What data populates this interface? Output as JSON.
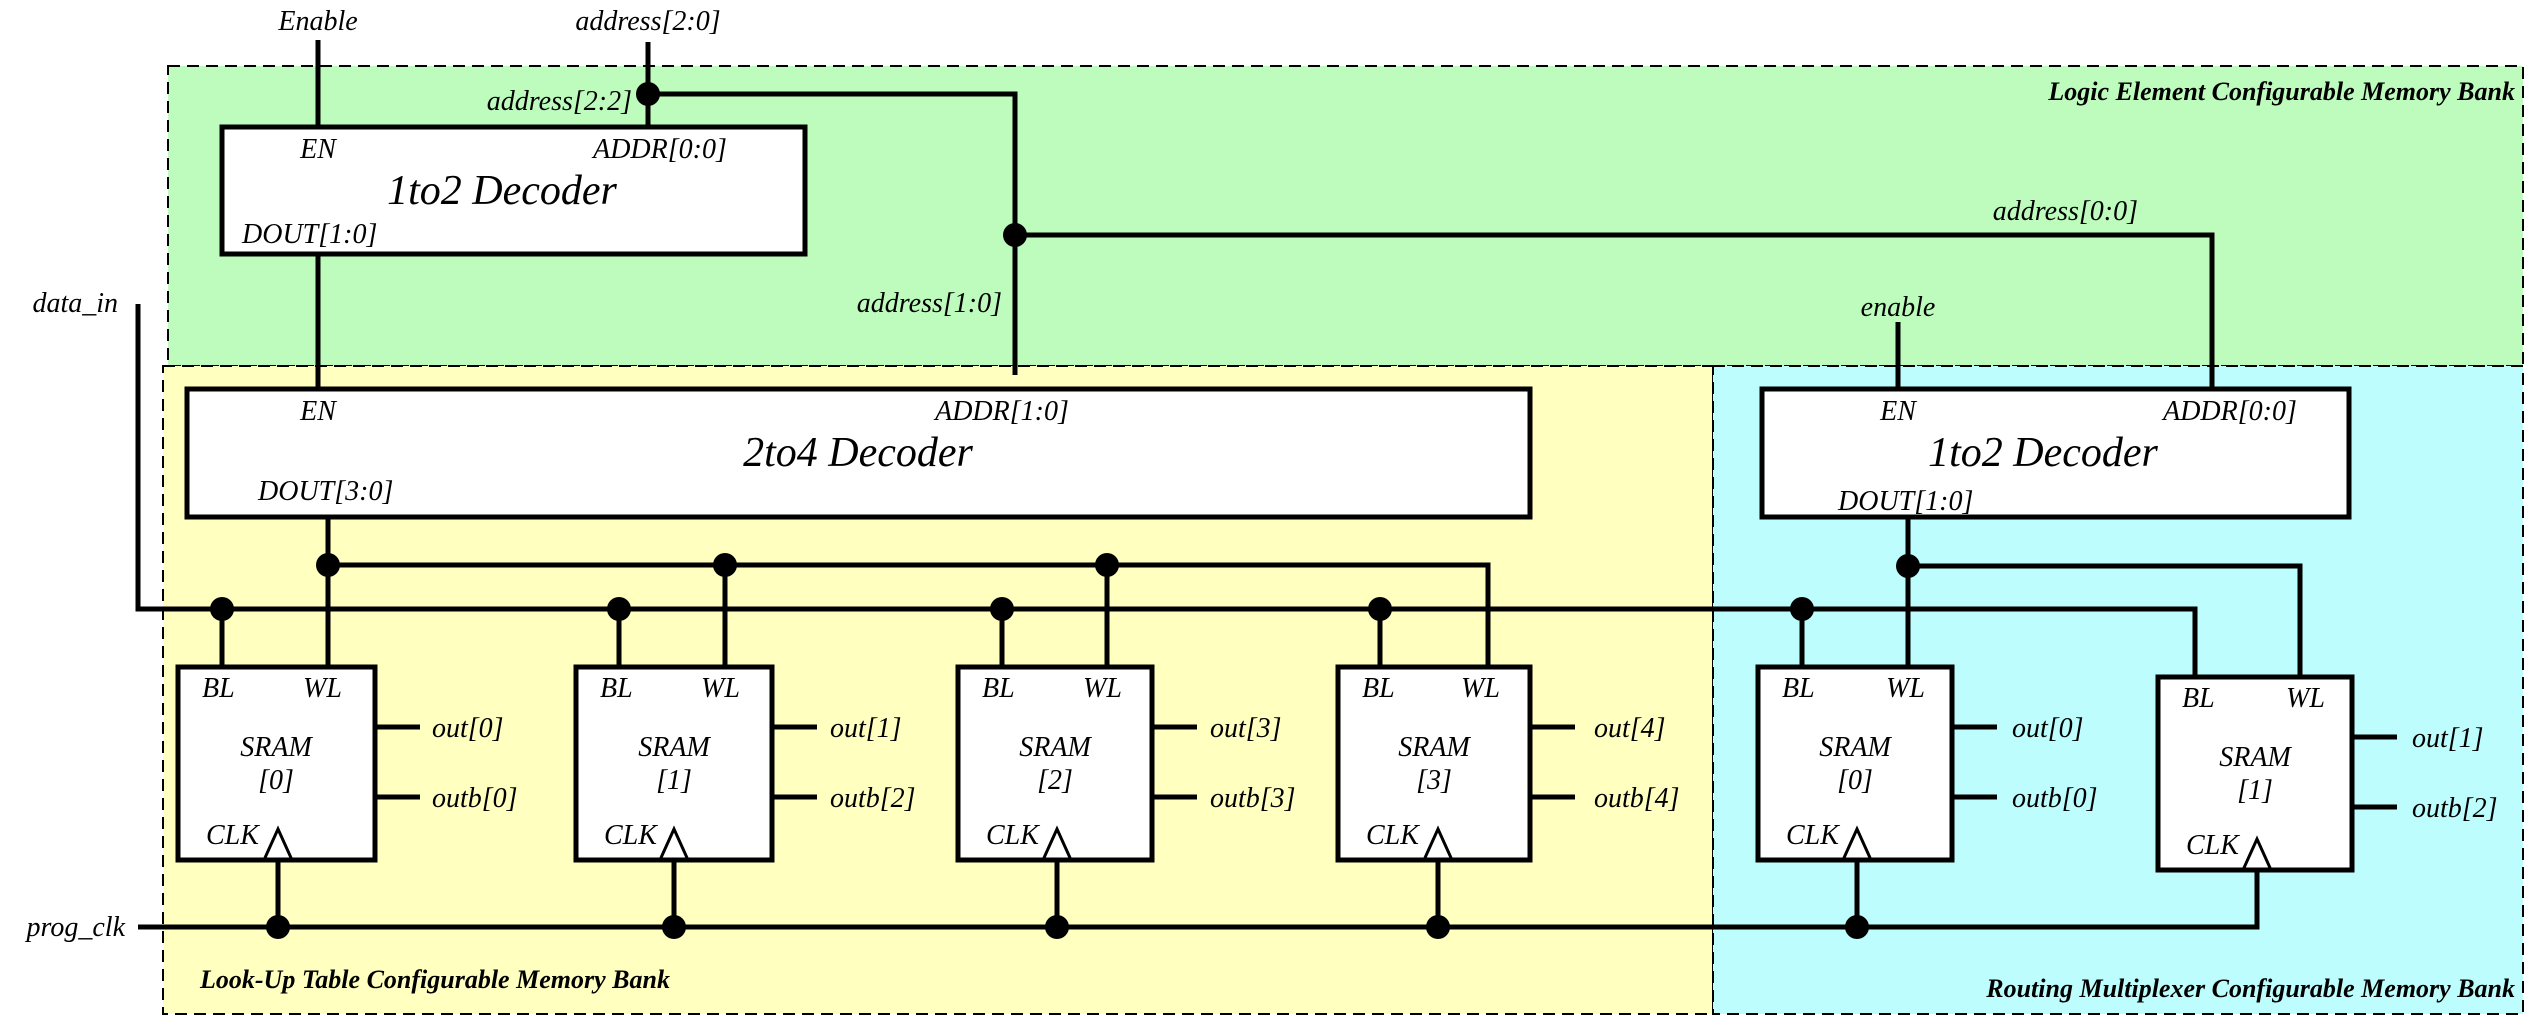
{
  "colors": {
    "logic_bank": "#bdfcbd",
    "lut_bank": "#ffffc0",
    "routing_bank": "#bdfdfd"
  },
  "banks": {
    "logic": "Logic Element Configurable Memory Bank",
    "lut": "Look-Up Table Configurable Memory Bank",
    "routing": "Routing Multiplexer Configurable Memory Bank"
  },
  "inputs": {
    "enable_top": "Enable",
    "address_top": "address[2:0]",
    "address_22": "address[2:2]",
    "address_10": "address[1:0]",
    "address_00": "address[0:0]",
    "data_in": "data_in",
    "prog_clk": "prog_clk",
    "enable_routing": "enable"
  },
  "decoders": {
    "top": {
      "title": "1to2 Decoder",
      "en": "EN",
      "addr": "ADDR[0:0]",
      "dout": "DOUT[1:0]"
    },
    "lut": {
      "title": "2to4 Decoder",
      "en": "EN",
      "addr": "ADDR[1:0]",
      "dout": "DOUT[3:0]"
    },
    "routing": {
      "title": "1to2 Decoder",
      "en": "EN",
      "addr": "ADDR[0:0]",
      "dout": "DOUT[1:0]"
    }
  },
  "sram_ports": {
    "bl": "BL",
    "wl": "WL",
    "clk": "CLK",
    "name": "SRAM"
  },
  "srams": [
    {
      "index": "[0]",
      "out": "out[0]",
      "outb": "outb[0]"
    },
    {
      "index": "[1]",
      "out": "out[1]",
      "outb": "outb[2]"
    },
    {
      "index": "[2]",
      "out": "out[3]",
      "outb": "outb[3]"
    },
    {
      "index": "[3]",
      "out": "out[4]",
      "outb": "outb[4]"
    },
    {
      "index": "[0]",
      "out": "out[0]",
      "outb": "outb[0]"
    },
    {
      "index": "[1]",
      "out": "out[1]",
      "outb": "outb[2]"
    }
  ]
}
